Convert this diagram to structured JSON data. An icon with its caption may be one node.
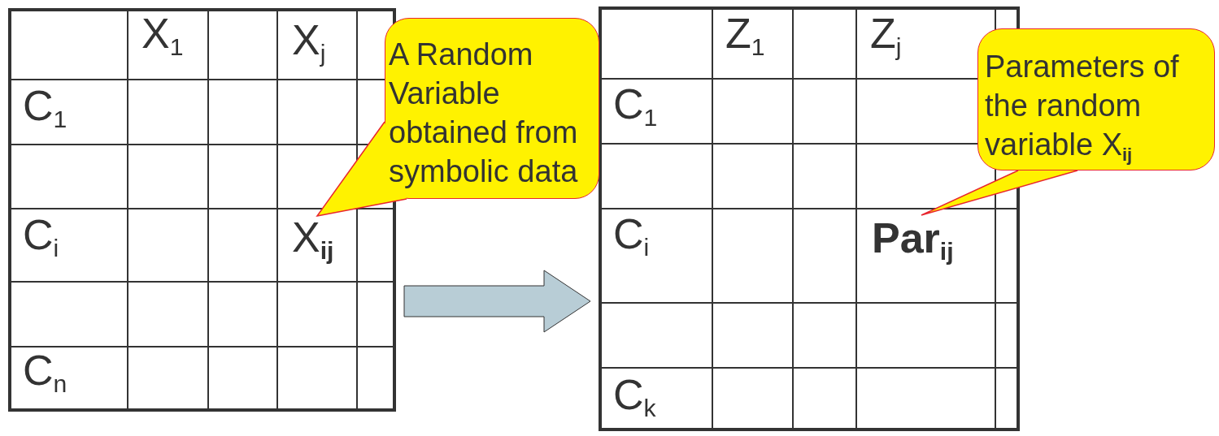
{
  "diagram": {
    "nodes": [
      {
        "text": [],
        "shape": "box"
      },
      {
        "text": [
          "X$_{1}$"
        ],
        "in": 0
      },
      {
        "text": [
          "X$_{j}$"
        ],
        "in": 0
      },
      {
        "text": [
          "C$_{1}$"
        ],
        "in": 0
      },
      {
        "text": [
          "C$_{i}$"
        ],
        "in": 0
      },
      {
        "text": [
          "X$_{ij}$"
        ],
        "in": 0
      },
      {
        "text": [
          "C$_{n}$"
        ],
        "in": 0
      },
      {
        "text": [],
        "shape": "box"
      },
      {
        "text": [
          "Z$_{1}$"
        ],
        "in": 7
      },
      {
        "text": [
          "Z$_{j}$"
        ],
        "in": 7
      },
      {
        "text": [
          "C$_{1}$"
        ],
        "in": 7
      },
      {
        "text": [
          "C$_{i}$"
        ],
        "in": 7
      },
      {
        "text": [
          "Par$_{ij}$"
        ],
        "in": 7
      },
      {
        "text": [
          "C$_{k}$"
        ],
        "in": 7
      },
      {
        "text": [
          "A Random Variable obtained from symbolic data"
        ]
      },
      {
        "text": [
          "Parameters of the random variable X$_{ij}$"
        ]
      }
    ],
    "edges": [
      {
        "from": 0,
        "to": 7,
        "arrow": "to",
        "style": "thick",
        "color": "#b8cdd6"
      },
      {
        "from": 14,
        "to": 5,
        "arrow": "none"
      },
      {
        "from": 15,
        "to": 12,
        "arrow": "none"
      }
    ]
  }
}
